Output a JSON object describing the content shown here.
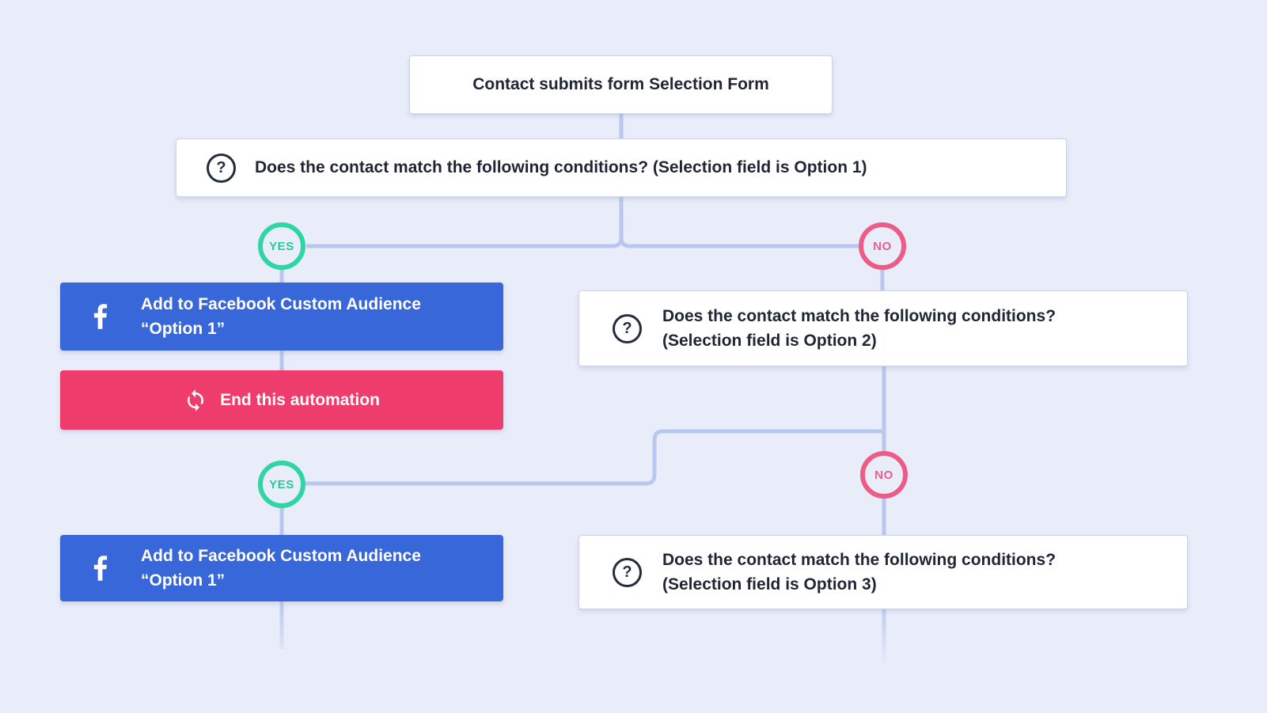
{
  "app": {
    "title": "Automation flow builder"
  },
  "colors": {
    "background": "#e9edfa",
    "card_text": "#1f2534",
    "facebook_blue": "#3767d9",
    "end_pink": "#ee3c6c",
    "yes_green": "#2fd6a3",
    "no_pink": "#ed5c87",
    "connector": "#b9c7ee"
  },
  "icons": {
    "question_glyph": "?",
    "facebook_icon_name": "facebook-f-icon",
    "refresh_icon_name": "sync-arrows-icon"
  },
  "flow": {
    "trigger": {
      "label": "Contact submits form Selection Form"
    },
    "condition1": {
      "label": "Does the contact match the following conditions? (Selection field is Option 1)"
    },
    "branch1": {
      "yes": "YES",
      "no": "NO"
    },
    "facebook1": {
      "line1": "Add to Facebook Custom Audience",
      "line2": "“Option 1”"
    },
    "end_automation": {
      "label": "End this automation"
    },
    "condition2": {
      "line1": "Does the contact match the following conditions?",
      "line2": "(Selection field is Option 2)"
    },
    "branch2": {
      "yes": "YES",
      "no": "NO"
    },
    "facebook2": {
      "line1": "Add to Facebook Custom Audience",
      "line2": "“Option 1”"
    },
    "condition3": {
      "line1": "Does the contact match the following conditions?",
      "line2": "(Selection field is Option 3)"
    }
  }
}
